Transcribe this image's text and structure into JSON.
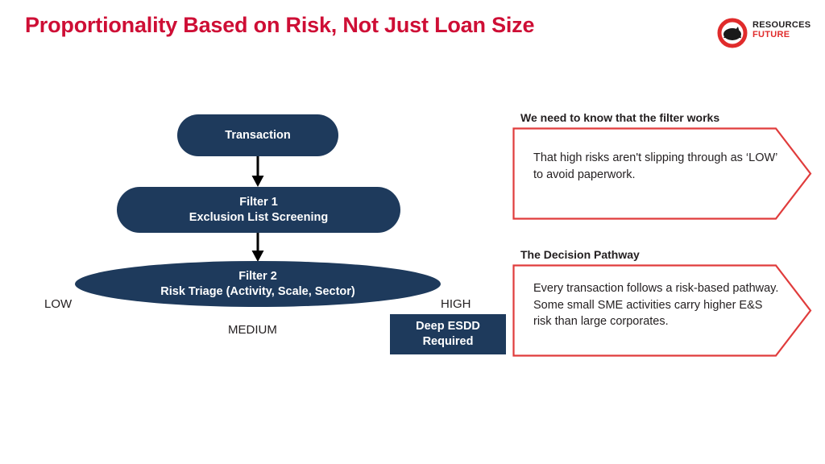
{
  "slide": {
    "title": "Proportionality Based on Risk, Not Just Loan Size",
    "background": "#FFFFFF",
    "title_color": "#CE0E35"
  },
  "logo": {
    "name": "resources-future-logo",
    "line1": "RESOURCES",
    "line2": "FUTURE",
    "ring_color": "#E02B2B",
    "mark_color": "#1A1A1A",
    "line1_color": "#231F20",
    "line2_color": "#E02B2B"
  },
  "flow": {
    "fill_color": "#1E3A5C",
    "text_color": "#FFFFFF",
    "nodes": [
      {
        "id": "transaction",
        "label": "Transaction",
        "shape": "pill"
      },
      {
        "id": "filter1",
        "label_line1": "Filter 1",
        "label_line2": "Exclusion List Screening",
        "shape": "pill"
      },
      {
        "id": "filter2",
        "label_line1": "Filter 2",
        "label_line2": "Risk Triage (Activity, Scale, Sector)",
        "shape": "ellipse"
      },
      {
        "id": "deep-esdd",
        "label_line1": "Deep ESDD",
        "label_line2": "Required",
        "shape": "rectangle"
      }
    ],
    "connectors": [
      {
        "from": "transaction",
        "to": "filter1",
        "style": "down-arrow"
      },
      {
        "from": "filter1",
        "to": "filter2",
        "style": "down-arrow"
      }
    ],
    "risk_labels": {
      "low": "LOW",
      "medium": "MEDIUM",
      "high": "HIGH"
    }
  },
  "callouts": [
    {
      "id": "filter-works",
      "heading": "We need to know that the filter works",
      "body": "That high risks aren't slipping through as ‘LOW’ to avoid paperwork.",
      "border_color": "#E03C3C",
      "shape": "right-arrow-outline"
    },
    {
      "id": "decision-pathway",
      "heading": "The Decision Pathway",
      "body": "Every transaction follows a risk‑based pathway. Some small SME activities carry higher E&S risk than large corporates.",
      "border_color": "#E03C3C",
      "shape": "right-arrow-outline"
    }
  ]
}
